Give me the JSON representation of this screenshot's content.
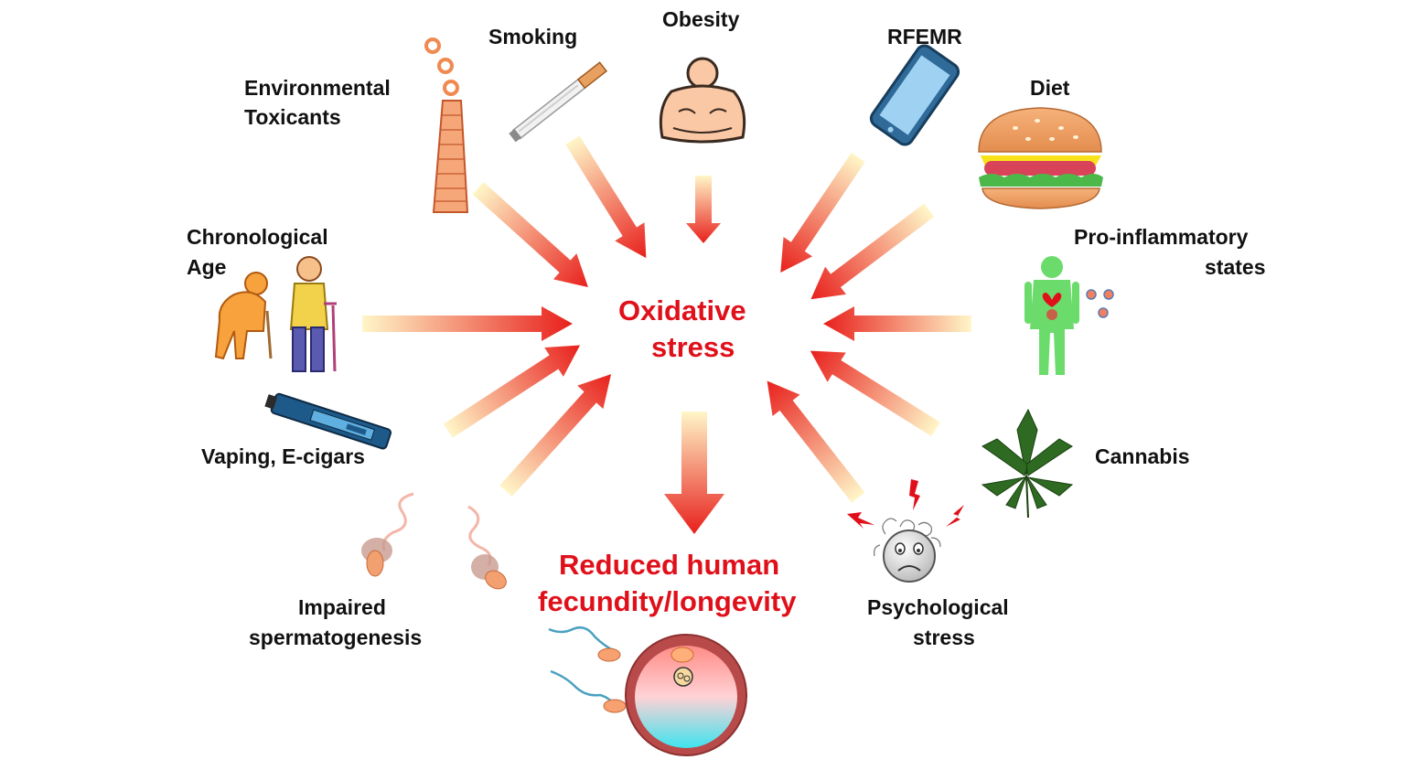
{
  "labels": {
    "obesity": "Obesity",
    "smoking": "Smoking",
    "rfemr": "RFEMR",
    "env_line1": "Environmental",
    "env_line2": "Toxicants",
    "diet": "Diet",
    "chrono_line1": "Chronological",
    "chrono_line2": "Age",
    "proinf_line1": "Pro-inflammatory",
    "proinf_line2": "states",
    "vaping": "Vaping, E-cigars",
    "cannabis": "Cannabis",
    "impaired_line1": "Impaired",
    "impaired_line2": "spermatogenesis",
    "psych_line1": "Psychological",
    "psych_line2": "stress"
  },
  "center": {
    "line1": "Oxidative",
    "line2": "stress"
  },
  "outcome": {
    "line1": "Reduced human",
    "line2": "fecundity/longevity"
  },
  "colors": {
    "arrow_head": "#e8201c",
    "arrow_tail": "#fff3c0",
    "accent_red": "#e0101a"
  }
}
